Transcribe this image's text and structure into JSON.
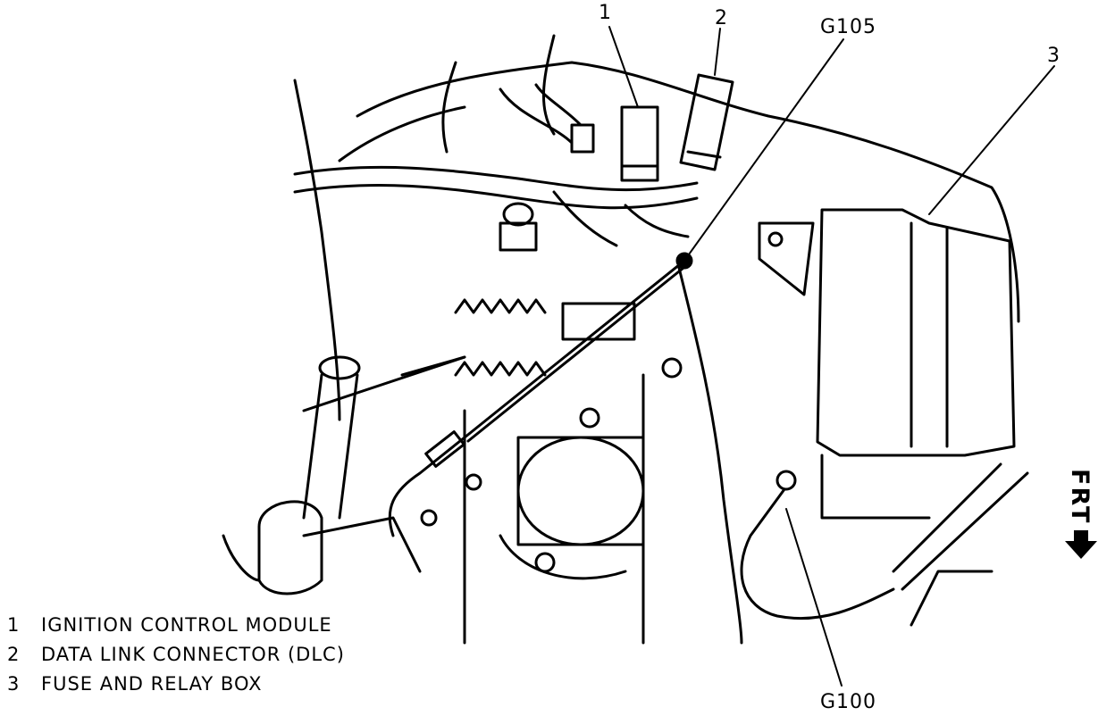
{
  "callouts": {
    "c1": "1",
    "c2": "2",
    "c3": "3",
    "g105": "G105",
    "g100": "G100"
  },
  "legend": [
    {
      "num": "1",
      "label": "IGNITION CONTROL MODULE"
    },
    {
      "num": "2",
      "label": "DATA LINK CONNECTOR (DLC)"
    },
    {
      "num": "3",
      "label": "FUSE AND RELAY BOX"
    }
  ],
  "front_indicator": {
    "label": "FRT"
  },
  "colors": {
    "ink": "#000000",
    "paper": "#ffffff"
  }
}
